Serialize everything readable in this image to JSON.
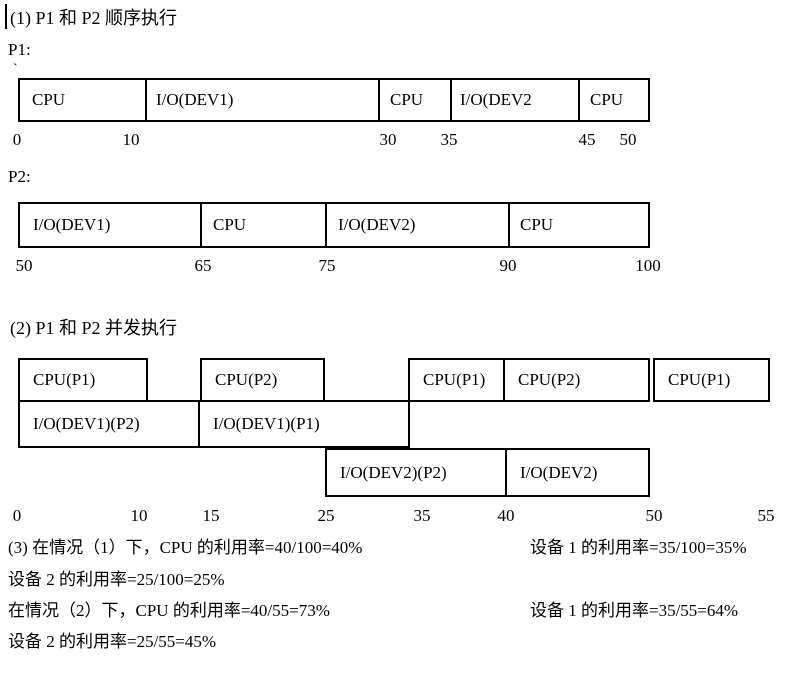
{
  "document": {
    "section1_heading": "(1) P1 和 P2 顺序执行",
    "p1_label": "P1:",
    "p2_label": "P2:",
    "section2_heading": "(2) P1 和 P2 并发执行",
    "stray_mark": "`",
    "results": [
      {
        "left": "(3) 在情况（1）下，CPU 的利用率=40/100=40%",
        "right": "设备 1 的利用率=35/100=35%"
      },
      {
        "left": "设备 2 的利用率=25/100=25%"
      },
      {
        "left": "在情况（2）下，CPU 的利用率=40/55=73%",
        "right": "设备 1 的利用率=35/55=64%"
      },
      {
        "left": "设备 2 的利用率=25/55=45%"
      }
    ]
  },
  "chart_data": [
    {
      "type": "gantt",
      "name": "P1 sequential execution timeline",
      "xlim": [
        0,
        50
      ],
      "segments": [
        {
          "label": "CPU",
          "start": 0,
          "end": 10
        },
        {
          "label": "I/O(DEV1)",
          "start": 10,
          "end": 30
        },
        {
          "label": "CPU",
          "start": 30,
          "end": 35
        },
        {
          "label": "I/O(DEV2",
          "start": 35,
          "end": 45
        },
        {
          "label": "CPU",
          "start": 45,
          "end": 50
        }
      ],
      "ticks": [
        "0",
        "10",
        "30",
        "35",
        "45",
        "50"
      ]
    },
    {
      "type": "gantt",
      "name": "P2 sequential execution timeline",
      "xlim": [
        50,
        100
      ],
      "segments": [
        {
          "label": "I/O(DEV1)",
          "start": 50,
          "end": 65
        },
        {
          "label": "CPU",
          "start": 65,
          "end": 75
        },
        {
          "label": "I/O(DEV2)",
          "start": 75,
          "end": 90
        },
        {
          "label": "CPU",
          "start": 90,
          "end": 100
        }
      ],
      "ticks": [
        "50",
        "65",
        "75",
        "90",
        "100"
      ]
    },
    {
      "type": "gantt",
      "name": "P1 and P2 concurrent execution timeline",
      "xlim": [
        0,
        55
      ],
      "rows": [
        {
          "name": "CPU",
          "boxes": [
            {
              "label": "CPU(P1)",
              "start": 0,
              "end": 10
            },
            {
              "label": "CPU(P2)",
              "start": 15,
              "end": 25
            },
            {
              "label": "CPU(P1)",
              "start": 35,
              "end": 40
            },
            {
              "label": "CPU(P2)",
              "start": 40,
              "end": 50
            },
            {
              "label": "CPU(P1)",
              "start": 50,
              "end": 55
            }
          ]
        },
        {
          "name": "DEV1",
          "boxes": [
            {
              "label": "I/O(DEV1)(P2)",
              "start": 0,
              "end": 15
            },
            {
              "label": "I/O(DEV1)(P1)",
              "start": 15,
              "end": 35
            }
          ]
        },
        {
          "name": "DEV2",
          "boxes": [
            {
              "label": "I/O(DEV2)(P2)",
              "start": 25,
              "end": 40
            },
            {
              "label": "I/O(DEV2)",
              "start": 40,
              "end": 50
            }
          ]
        }
      ],
      "ticks": [
        "0",
        "10",
        "15",
        "25",
        "35",
        "40",
        "50",
        "55"
      ]
    }
  ]
}
